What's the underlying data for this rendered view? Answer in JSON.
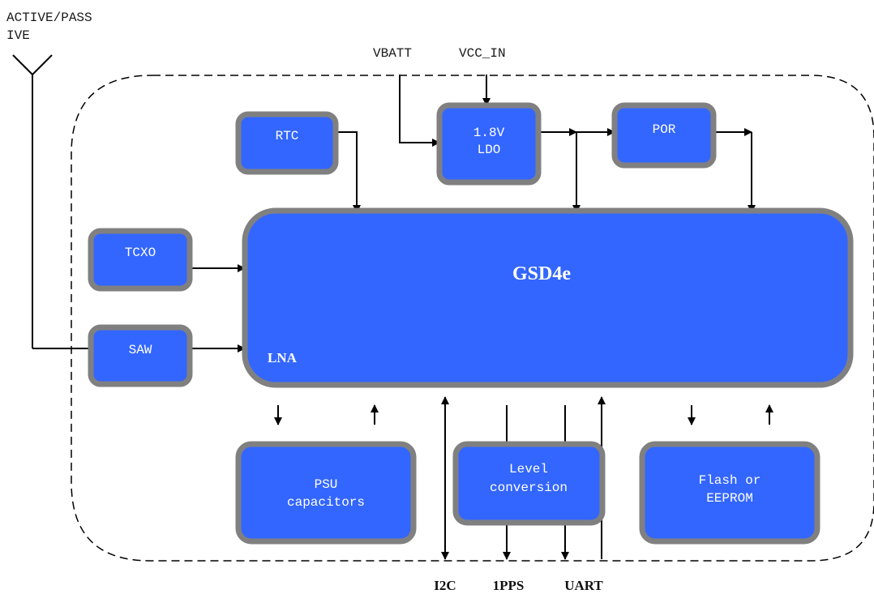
{
  "antenna": {
    "label_line1": "ACTIVE/PASS",
    "label_line2": "IVE"
  },
  "power_inputs": {
    "vbatt": "VBATT",
    "vcc_in": "VCC_IN"
  },
  "blocks": {
    "rtc": "RTC",
    "ldo_line1": "1.8V",
    "ldo_line2": "LDO",
    "por": "POR",
    "tcxo": "TCXO",
    "saw": "SAW",
    "gsd4e": "GSD4e",
    "lna": "LNA",
    "psu_line1": "PSU",
    "psu_line2": "capacitors",
    "level_line1": "Level",
    "level_line2": "conversion",
    "flash_line1": "Flash or",
    "flash_line2": "EEPROM"
  },
  "interfaces": {
    "i2c": "I2C",
    "pps": "1PPS",
    "uart": "UART"
  },
  "colors": {
    "block_fill": "#3366ff",
    "block_border": "#808080",
    "wire": "#000000"
  }
}
